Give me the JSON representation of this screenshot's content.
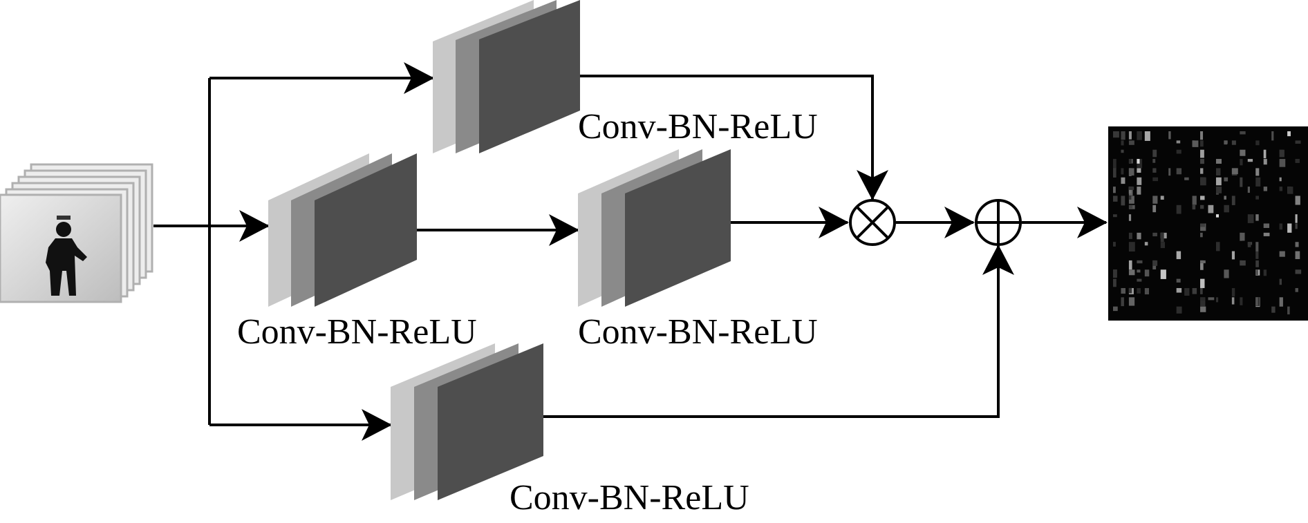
{
  "blocks": {
    "top": {
      "label": "Conv-BN-ReLU"
    },
    "middle_left": {
      "label": "Conv-BN-ReLU"
    },
    "middle_right": {
      "label": "Conv-BN-ReLU"
    },
    "bottom": {
      "label": "Conv-BN-ReLU"
    }
  },
  "operators": {
    "multiply": {
      "symbol": "⊗"
    },
    "add": {
      "symbol": "⊕"
    }
  },
  "colors": {
    "layer_light": "#c8c8c8",
    "layer_mid": "#8a8a8a",
    "layer_dark": "#4e4e4e",
    "line": "#000000",
    "output_bg": "#050505"
  }
}
